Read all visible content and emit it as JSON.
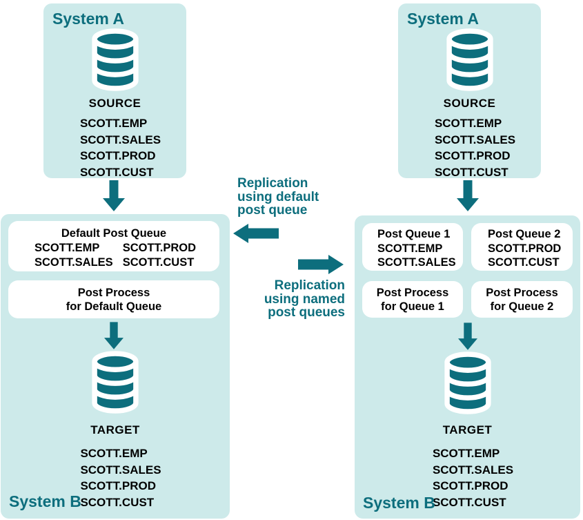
{
  "colors": {
    "teal": "#0d6e7d",
    "panel": "#cdeaea",
    "box": "#ffffff",
    "text": "#000000"
  },
  "panels": {
    "left_a": {
      "title": "System A",
      "db": "SOURCE",
      "tables": [
        "SCOTT.EMP",
        "SCOTT.SALES",
        "SCOTT.PROD",
        "SCOTT.CUST"
      ]
    },
    "left_b": {
      "title": "System B",
      "queue": {
        "title": "Default Post Queue",
        "col1": [
          "SCOTT.EMP",
          "SCOTT.SALES"
        ],
        "col2": [
          "SCOTT.PROD",
          "SCOTT.CUST"
        ]
      },
      "process": {
        "l1": "Post Process",
        "l2": "for Default Queue"
      },
      "db": "TARGET",
      "tables": [
        "SCOTT.EMP",
        "SCOTT.SALES",
        "SCOTT.PROD",
        "SCOTT.CUST"
      ]
    },
    "right_a": {
      "title": "System A",
      "db": "SOURCE",
      "tables": [
        "SCOTT.EMP",
        "SCOTT.SALES",
        "SCOTT.PROD",
        "SCOTT.CUST"
      ]
    },
    "right_b": {
      "title": "System B",
      "queue1": {
        "title": "Post Queue 1",
        "tables": [
          "SCOTT.EMP",
          "SCOTT.SALES"
        ]
      },
      "queue2": {
        "title": "Post Queue 2",
        "tables": [
          "SCOTT.PROD",
          "SCOTT.CUST"
        ]
      },
      "process1": {
        "l1": "Post Process",
        "l2": "for Queue 1"
      },
      "process2": {
        "l1": "Post Process",
        "l2": "for Queue 2"
      },
      "db": "TARGET",
      "tables": [
        "SCOTT.EMP",
        "SCOTT.SALES",
        "SCOTT.PROD",
        "SCOTT.CUST"
      ]
    }
  },
  "labels": {
    "default_queue": [
      "Replication",
      "using default",
      "post queue"
    ],
    "named_queues": [
      "Replication",
      "using named",
      "post queues"
    ]
  }
}
